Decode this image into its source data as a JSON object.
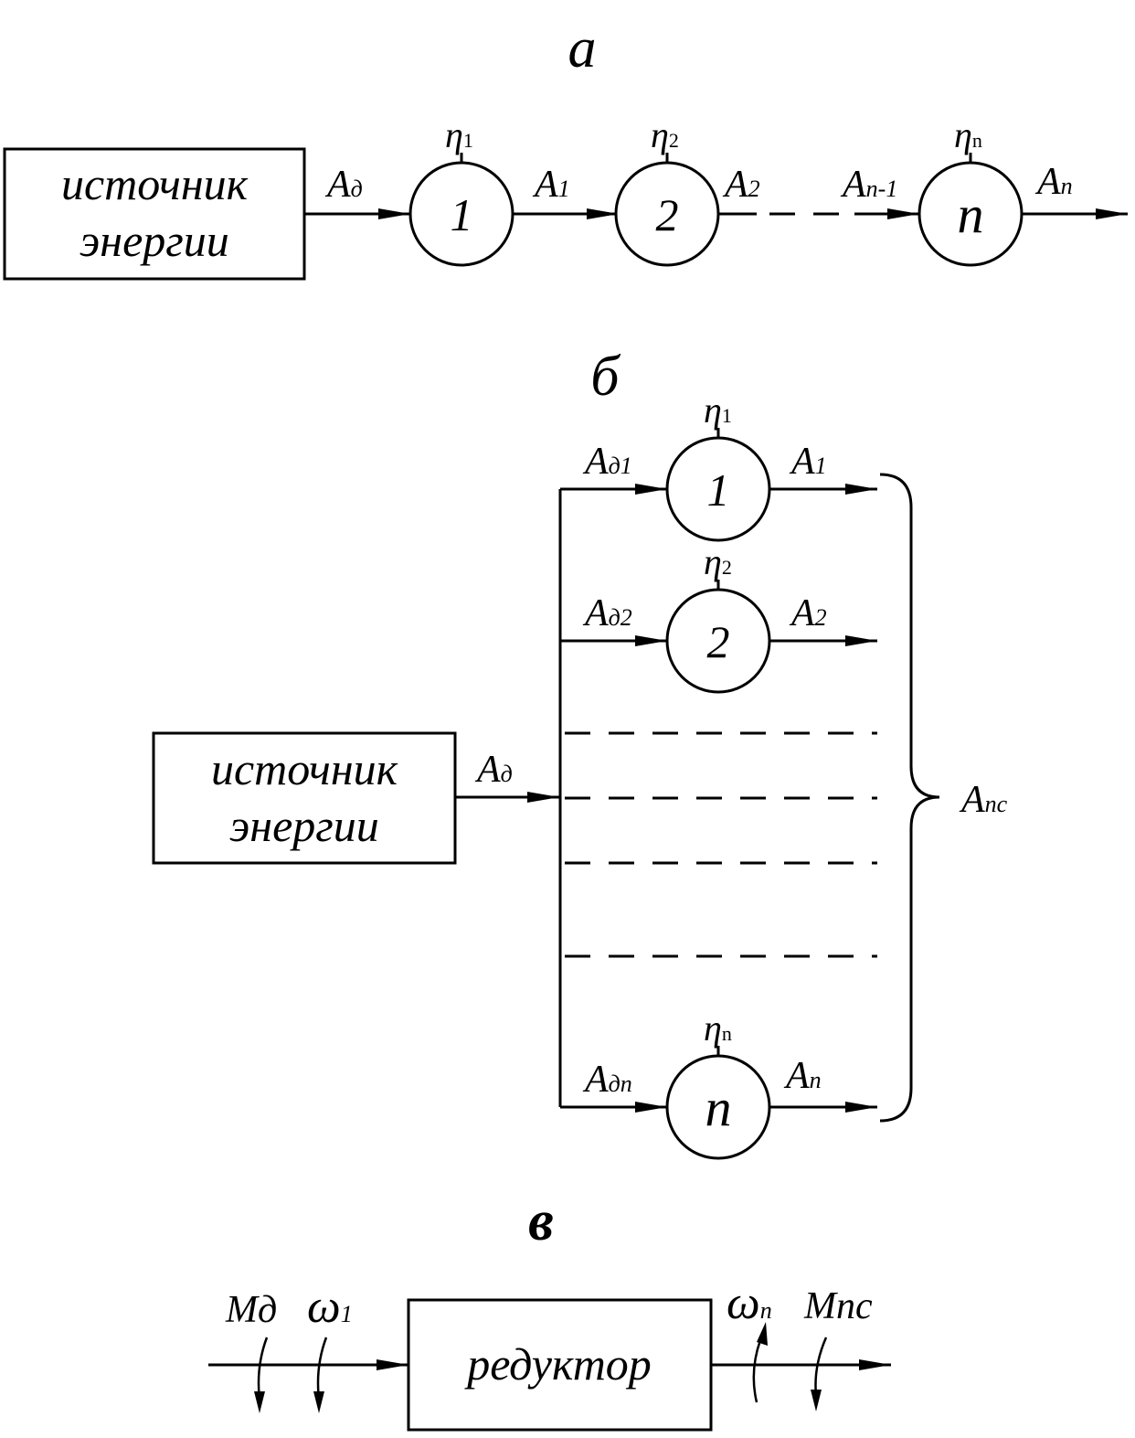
{
  "section_a": {
    "letter": "а",
    "source_line1": "источник",
    "source_line2": "энергии",
    "eta": "η",
    "eta_subs": [
      "1",
      "2",
      "n"
    ],
    "nodes": [
      "1",
      "2",
      "n"
    ],
    "a_main": "A",
    "in_sub": "д",
    "a1_sub": "1",
    "a2_sub": "2",
    "an1_sub": "n-1",
    "an_sub": "n"
  },
  "section_b": {
    "letter": "б",
    "source_line1": "источник",
    "source_line2": "энергии",
    "eta": "η",
    "eta_subs": [
      "1",
      "2",
      "n"
    ],
    "nodes": [
      "1",
      "2",
      "n"
    ],
    "a_main": "A",
    "in_sub": "д",
    "branch_in_subs": [
      "д1",
      "д2",
      "дn"
    ],
    "branch_out_subs": [
      "1",
      "2",
      "n"
    ],
    "sum_sub": "пс"
  },
  "section_v": {
    "letter": "в",
    "box_label": "редуктор",
    "m_main": "M",
    "md_sub": "д",
    "w_main": "ω",
    "w1_sub": "1",
    "wn_sub": "n",
    "mpc_sub": "пс"
  }
}
